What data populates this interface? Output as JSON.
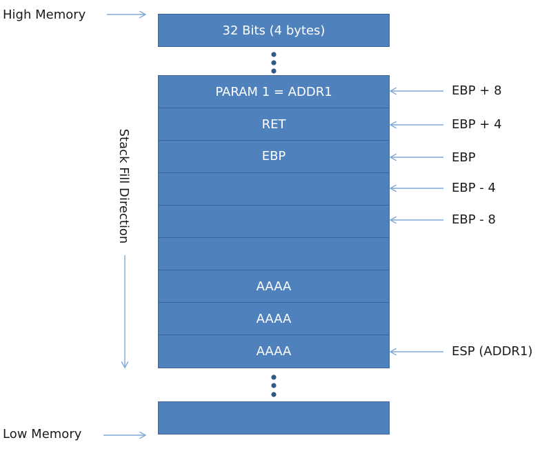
{
  "memory": {
    "high_label": "High Memory",
    "low_label": "Low Memory"
  },
  "top_block_label": "32 Bits (4 bytes)",
  "stack_cells": [
    {
      "label": "PARAM 1 = ADDR1",
      "pointer": "EBP + 8"
    },
    {
      "label": "RET",
      "pointer": "EBP + 4"
    },
    {
      "label": "EBP",
      "pointer": "EBP"
    },
    {
      "label": "",
      "pointer": "EBP - 4"
    },
    {
      "label": "",
      "pointer": "EBP - 8"
    },
    {
      "label": "",
      "pointer": ""
    },
    {
      "label": "AAAA",
      "pointer": ""
    },
    {
      "label": "AAAA",
      "pointer": ""
    },
    {
      "label": "AAAA",
      "pointer": "ESP (ADDR1)"
    }
  ],
  "bottom_block_label": "",
  "direction_label": "Stack Fill Direction",
  "colors": {
    "block_fill": "#4f81bd",
    "block_border": "#3a6596",
    "arrow": "#7fa7d6",
    "ellipsis": "#2f5a88"
  }
}
